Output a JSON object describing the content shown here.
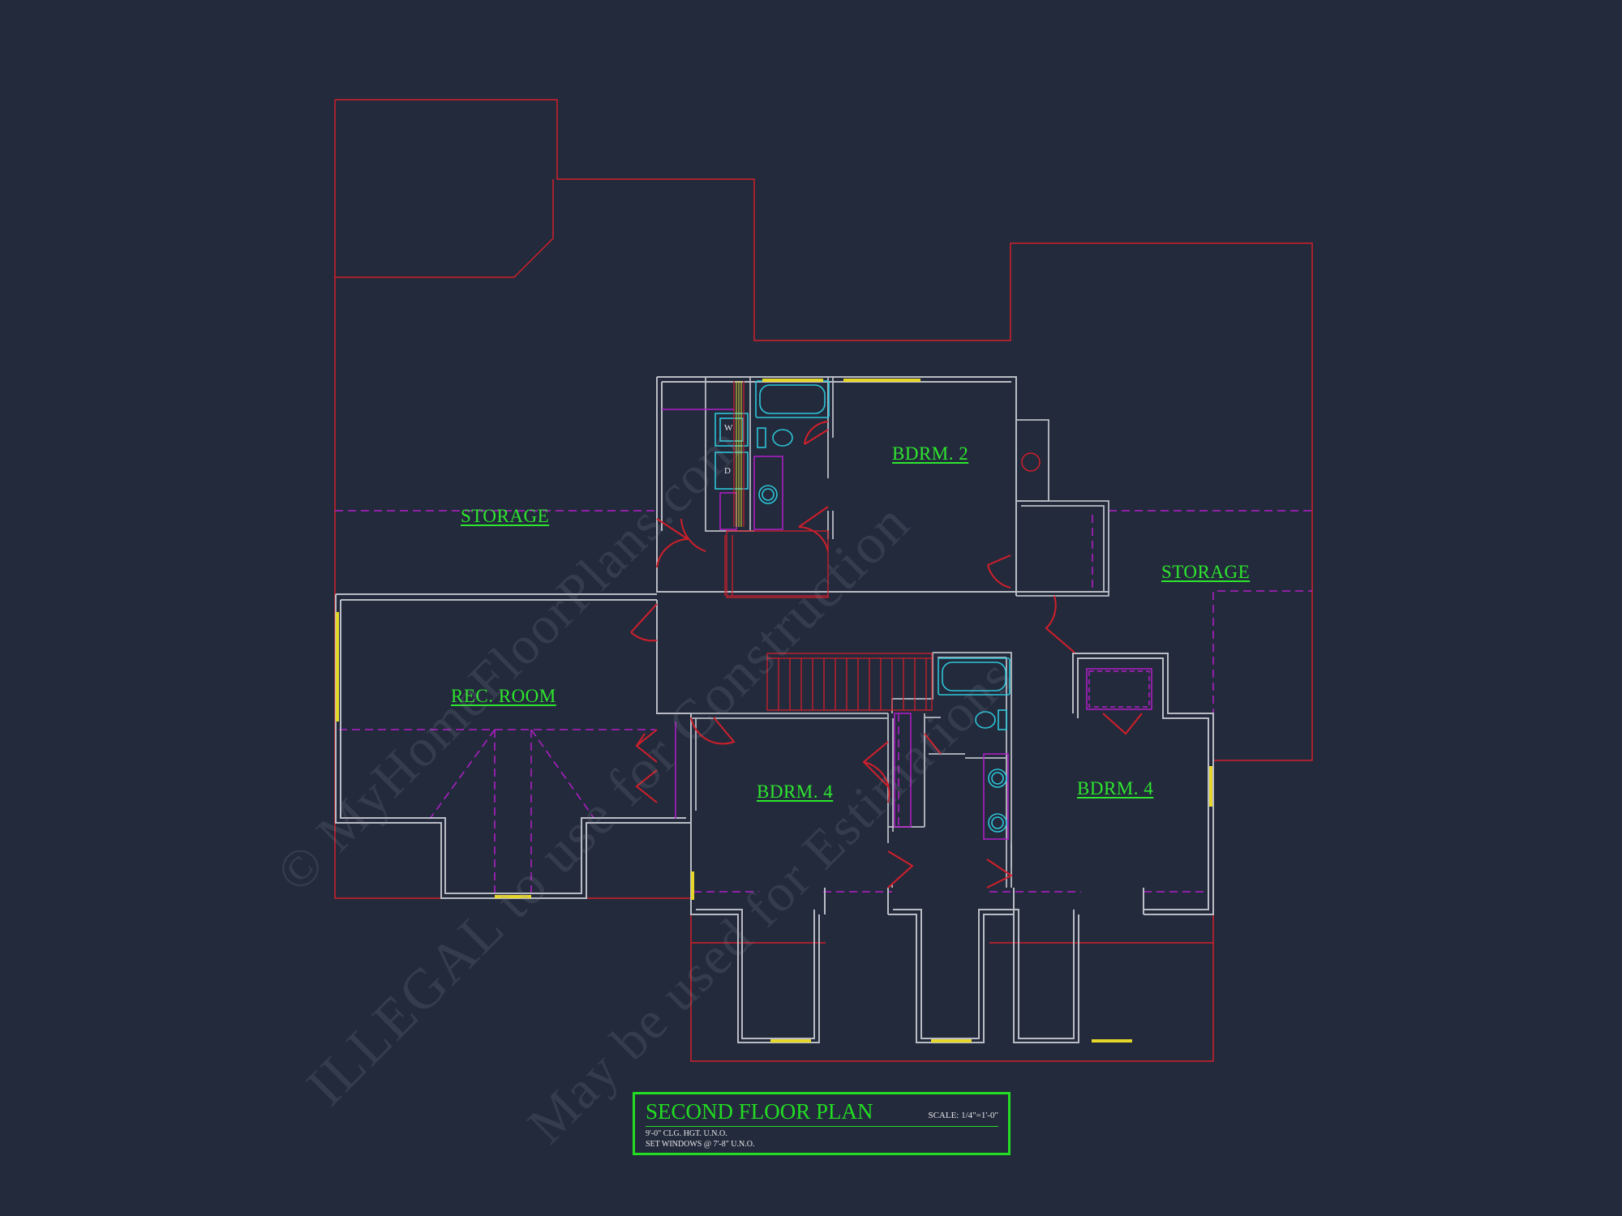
{
  "title_block": {
    "title": "SECOND FLOOR PLAN",
    "scale": "SCALE: 1/4\"=1'-0\"",
    "note_ceiling": "9'-0\" CLG. HGT. U.N.O.",
    "note_windows": "SET WINDOWS @ 7'-8\" U.N.O."
  },
  "rooms": {
    "storage_left": "STORAGE",
    "storage_right": "STORAGE",
    "bedroom_2": "BDRM. 2",
    "rec_room": "REC. ROOM",
    "bedroom_4_left": "BDRM. 4",
    "bedroom_4_right": "BDRM. 4"
  },
  "appliances": {
    "washer": "W",
    "dryer": "D"
  },
  "watermark": {
    "line1": "© MyHomeFloorPlans.com",
    "line2": "ILLEGAL to use for Construction",
    "line3": "May be used for Estimations"
  },
  "colors": {
    "background": "#232a3c",
    "walls": "#b9bcc4",
    "roof_outline": "#d11f2a",
    "doors": "#d11f2a",
    "dashed": "#b21ec8",
    "fixtures": "#2cc6d8",
    "windows": "#e6d62a",
    "labels": "#2ee62e"
  }
}
